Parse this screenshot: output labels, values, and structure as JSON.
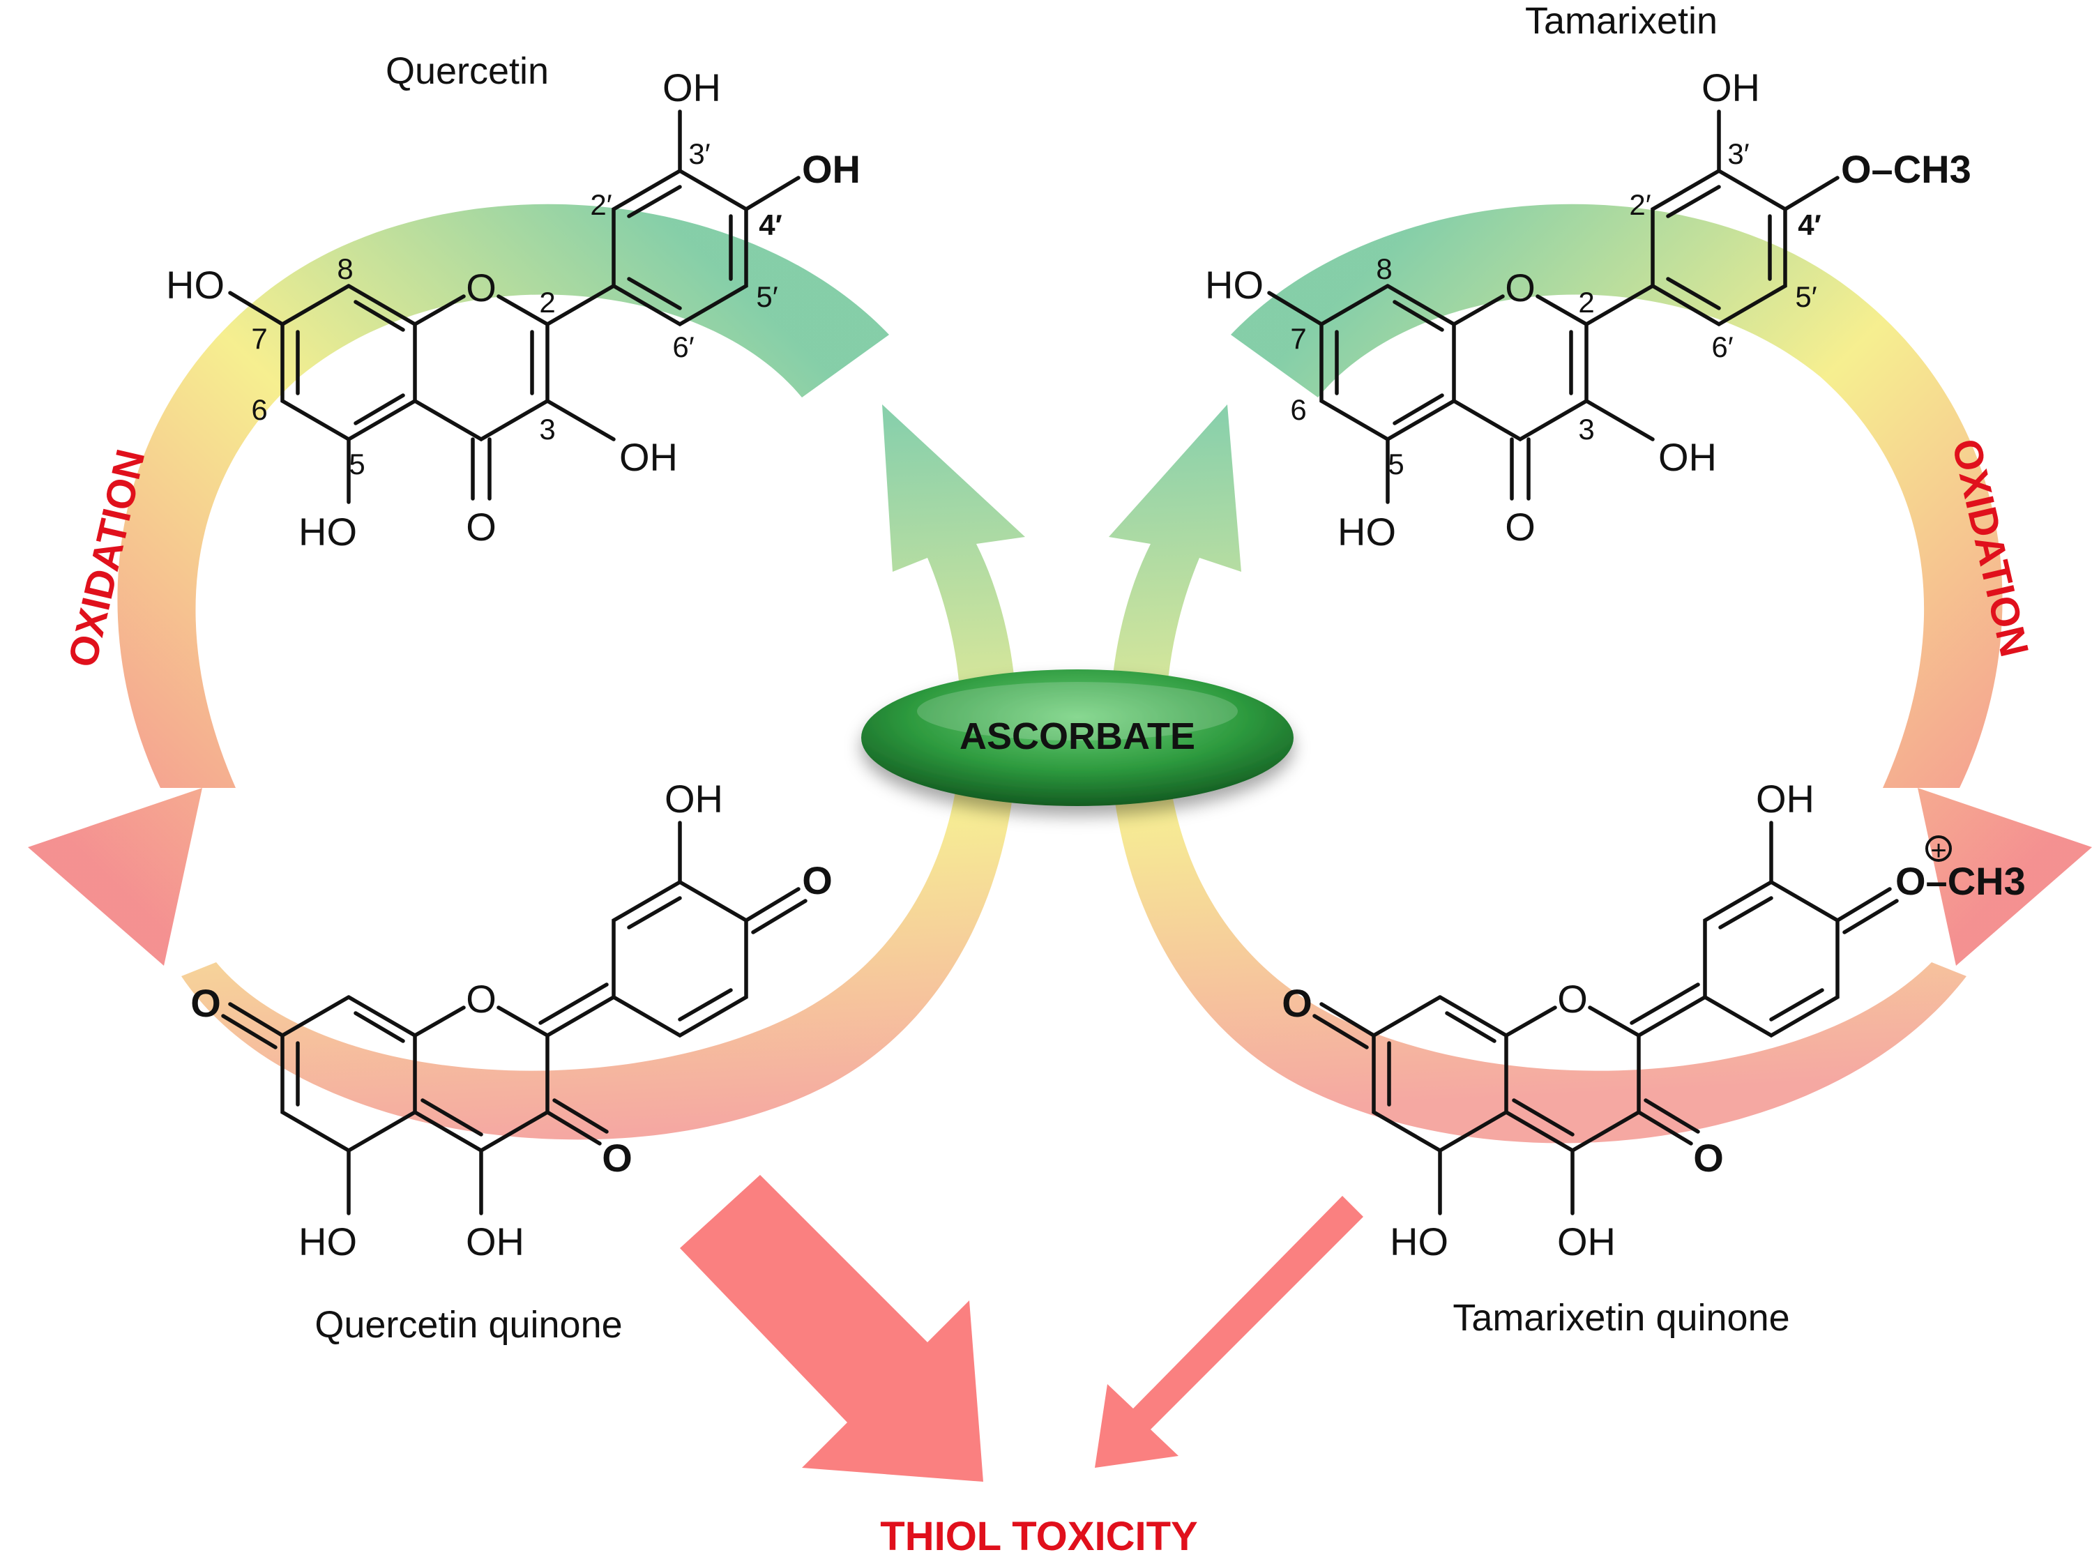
{
  "titles": {
    "quercetin": "Quercetin",
    "tamarixetin": "Tamarixetin",
    "quercetin_quinone": "Quercetin quinone",
    "tamarixetin_quinone": "Tamarixetin quinone"
  },
  "labels": {
    "oxidation_left": "OXIDATION",
    "oxidation_right": "OXIDATION",
    "ascorbate": "ASCORBATE",
    "thiol_toxicity": "THIOL TOXICITY"
  },
  "atoms": {
    "OH": "OH",
    "HO": "HO",
    "O": "O",
    "O_CH3": "O–CH3",
    "plus": "+"
  },
  "positions": {
    "p2": "2",
    "p3": "3",
    "p5": "5",
    "p6": "6",
    "p7": "7",
    "p8": "8",
    "p2p": "2′",
    "p3p": "3′",
    "p4p": "4′",
    "p5p": "5′",
    "p6p": "6′"
  },
  "colors": {
    "arrow_green": "#7fcca4",
    "arrow_yellow": "#f6ee8a",
    "arrow_red": "#f48b8b",
    "toxicity_arrow": "#fa8080",
    "ascorbate_dark": "#1e7a32",
    "ascorbate_light": "#4fbf5c",
    "oxidation_text": "#e0101c"
  }
}
